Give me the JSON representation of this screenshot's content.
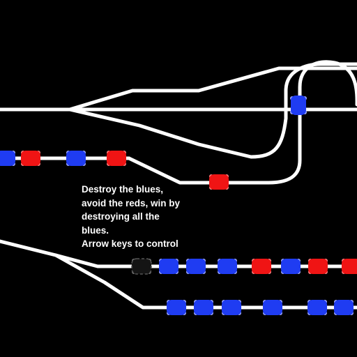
{
  "game": {
    "instructions": [
      "Destroy the blues,",
      "avoid the reds, win by",
      "destroying all the",
      "blues.",
      "Arrow keys to control"
    ],
    "colors": {
      "background": "#000000",
      "track": "#ffffff",
      "blue_car": "#1f3cf2",
      "red_car": "#f01414",
      "player_car": "#141414",
      "wheel": "#9aa6ff"
    }
  }
}
